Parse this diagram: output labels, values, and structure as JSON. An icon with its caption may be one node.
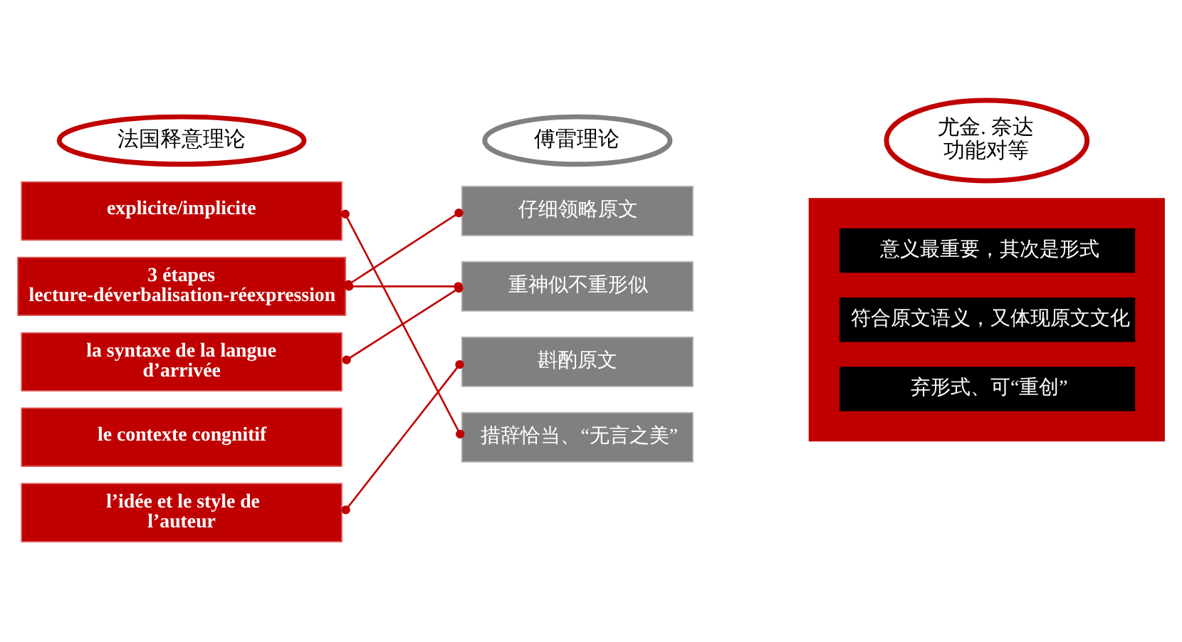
{
  "diagram": {
    "nodes": [
      {
        "text": [
          "法国释意理论"
        ]
      },
      {
        "text": [
          "傅雷理论"
        ]
      },
      {
        "text": [
          "尤金. 奈达",
          "功能对等"
        ]
      },
      {
        "text": [
          "explicite/implicite"
        ]
      },
      {
        "text": [
          "3 étapes lecture-déverbalisation-réexpression"
        ]
      },
      {
        "text": [
          "la syntaxe de la langue d’arrivée"
        ]
      },
      {
        "text": [
          "le contexte congnitif"
        ]
      },
      {
        "text": [
          "l’idée et le style de l’auteur"
        ]
      },
      {
        "text": [
          "仔细领略原文"
        ]
      },
      {
        "text": [
          "重神似不重形似"
        ]
      },
      {
        "text": [
          "斟酌原文"
        ]
      },
      {
        "text": [
          "措辞恰当、“无言之美”"
        ]
      },
      {
        "text": [
          "意义最重要，其次是形式",
          "符合原文语义，又体现原文文化",
          "弃形式、可“重创”"
        ]
      }
    ],
    "edges": [
      {
        "from": 3,
        "to": 11,
        "arrow": "other"
      },
      {
        "from": 4,
        "to": 8,
        "arrow": "other"
      },
      {
        "from": 4,
        "to": 9,
        "arrow": "other"
      },
      {
        "from": 5,
        "to": 9,
        "arrow": "other"
      },
      {
        "from": 7,
        "to": 10,
        "arrow": "other"
      }
    ]
  }
}
